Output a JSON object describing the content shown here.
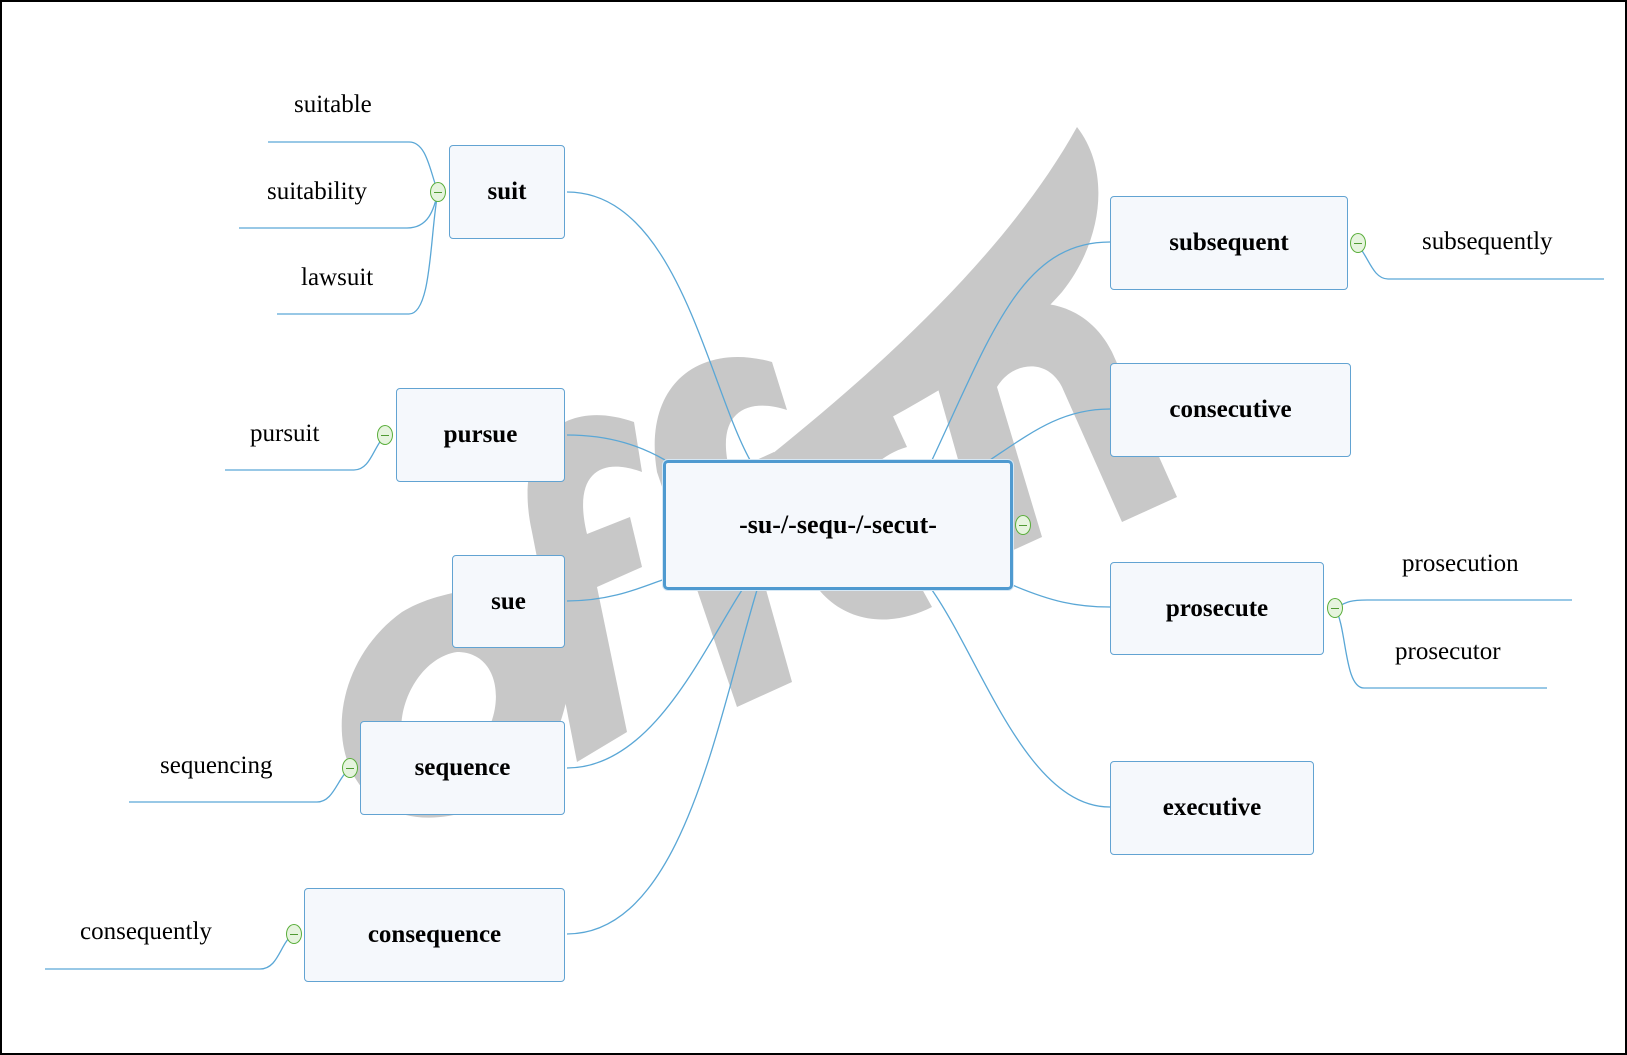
{
  "map": {
    "center": "-su-/-sequ-/-secut-",
    "branches": {
      "suit": {
        "label": "suit",
        "children": [
          "suitable",
          "suitability",
          "lawsuit"
        ]
      },
      "pursue": {
        "label": "pursue",
        "children": [
          "pursuit"
        ]
      },
      "sue": {
        "label": "sue"
      },
      "sequence": {
        "label": "sequence",
        "children": [
          "sequencing"
        ]
      },
      "consequence": {
        "label": "consequence",
        "children": [
          "consequently"
        ]
      },
      "subsequent": {
        "label": "subsequent",
        "children": [
          "subsequently"
        ]
      },
      "consecutive": {
        "label": "consecutive"
      },
      "prosecute": {
        "label": "prosecute",
        "children": [
          "prosecution",
          "prosecutor"
        ]
      },
      "executive": {
        "label": "executive"
      }
    }
  },
  "watermark": {
    "text": "offcn",
    "color": "#c8c8c8"
  },
  "colors": {
    "connector": "#5aa7d6",
    "node_border": "#62a3d2",
    "node_fill": "#f5f8fc",
    "toggle_border": "#5aae3b"
  }
}
